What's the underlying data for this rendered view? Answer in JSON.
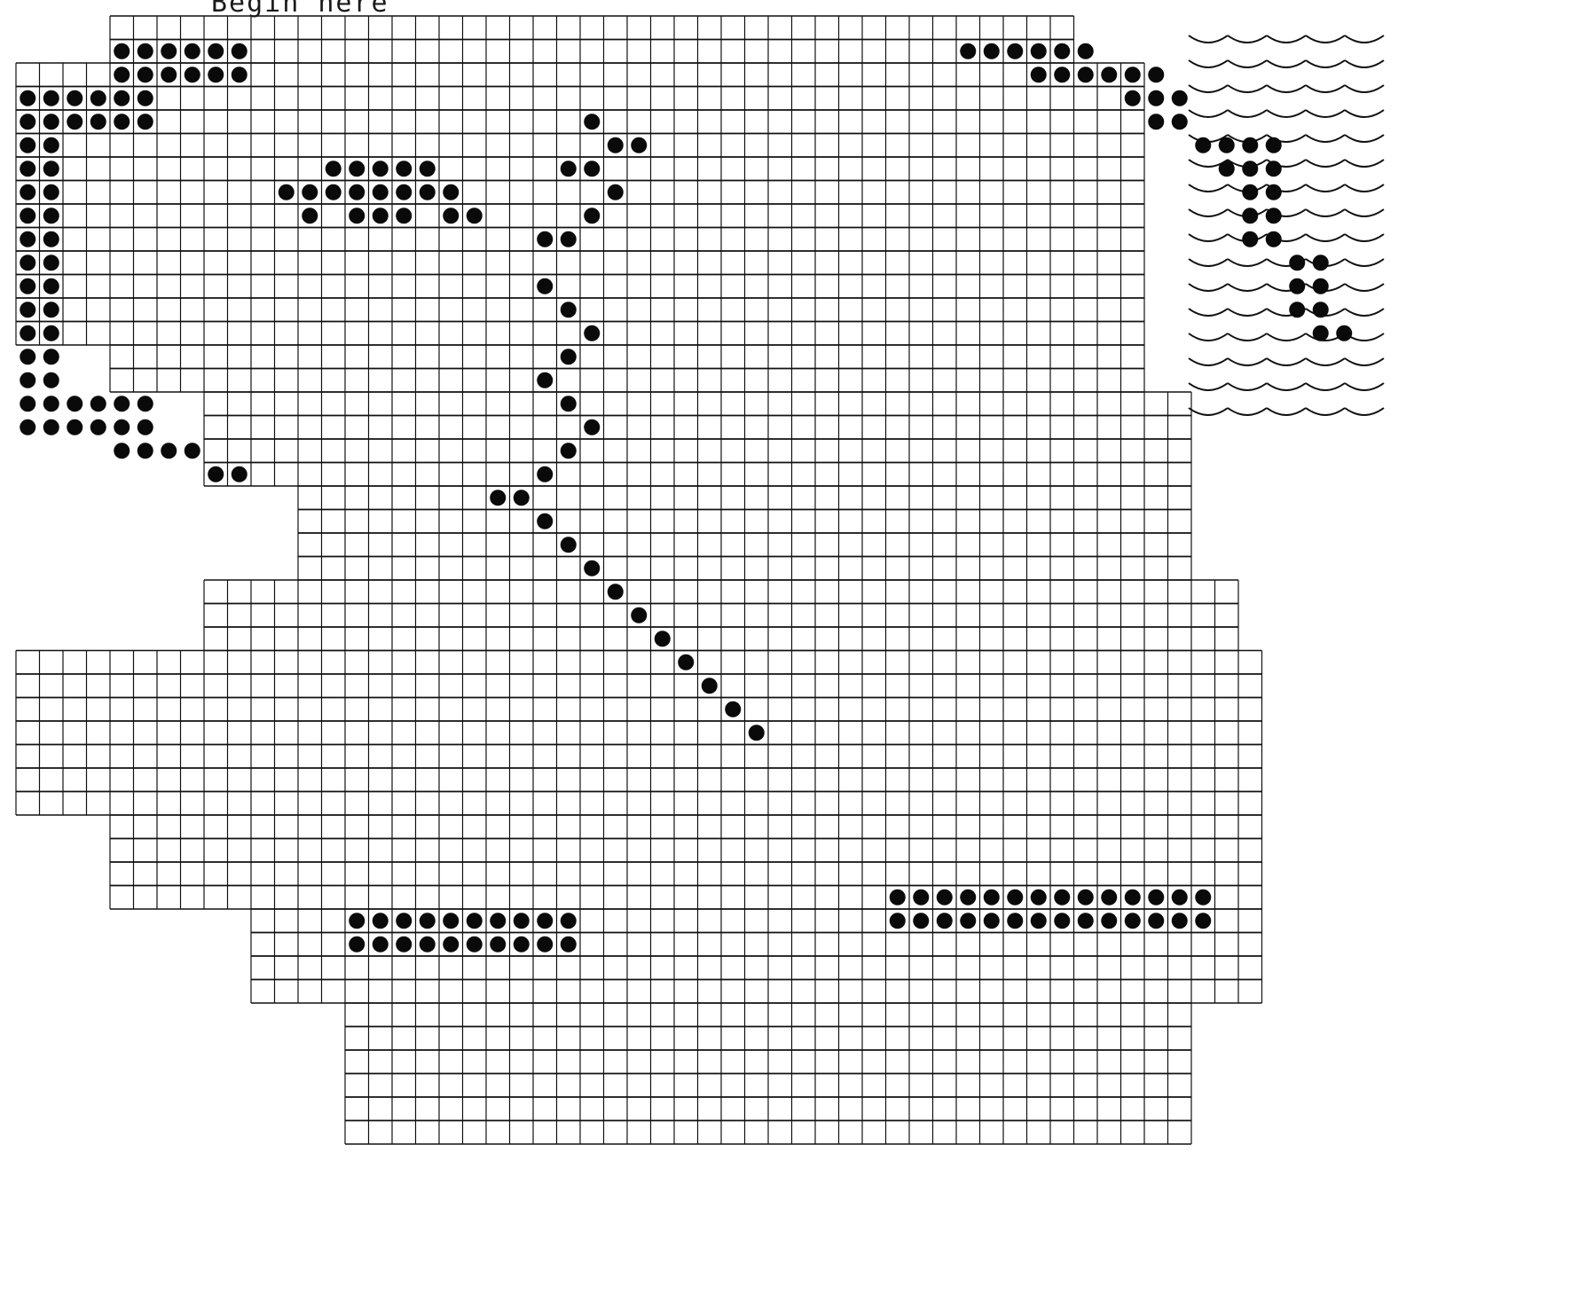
{
  "pattern": {
    "caption": "Begin here",
    "colors": {
      "ink": "#111111",
      "paper": "#ffffff",
      "dot": "#0a0a0a"
    },
    "sections": [
      {
        "name": "left-upper-block",
        "cells": [
          [
            0,
            3
          ],
          [
            0,
            4
          ],
          [
            0,
            5
          ],
          [
            0,
            6
          ],
          [
            0,
            7
          ],
          [
            0,
            8
          ],
          [
            0,
            9
          ],
          [
            0,
            10
          ],
          [
            0,
            11
          ],
          [
            0,
            12
          ],
          [
            0,
            13
          ],
          [
            0,
            14
          ],
          [
            0,
            15
          ],
          [
            0,
            16
          ],
          [
            0,
            17
          ],
          [
            1,
            3
          ],
          [
            1,
            4
          ],
          [
            1,
            5
          ],
          [
            1,
            6
          ],
          [
            1,
            7
          ],
          [
            1,
            8
          ],
          [
            1,
            9
          ],
          [
            1,
            10
          ],
          [
            1,
            11
          ],
          [
            1,
            12
          ],
          [
            1,
            13
          ],
          [
            1,
            14
          ],
          [
            1,
            15
          ],
          [
            1,
            16
          ],
          [
            1,
            17
          ],
          [
            2,
            3
          ],
          [
            2,
            4
          ],
          [
            2,
            16
          ],
          [
            2,
            17
          ],
          [
            3,
            3
          ],
          [
            3,
            4
          ],
          [
            3,
            16
          ],
          [
            3,
            17
          ],
          [
            4,
            1
          ],
          [
            4,
            2
          ],
          [
            4,
            3
          ],
          [
            4,
            4
          ],
          [
            4,
            16
          ],
          [
            4,
            17
          ],
          [
            4,
            18
          ],
          [
            5,
            1
          ],
          [
            5,
            2
          ],
          [
            5,
            3
          ],
          [
            5,
            4
          ],
          [
            5,
            16
          ],
          [
            5,
            17
          ],
          [
            5,
            18
          ],
          [
            6,
            1
          ],
          [
            6,
            2
          ],
          [
            6,
            18
          ],
          [
            7,
            1
          ],
          [
            7,
            2
          ],
          [
            7,
            18
          ],
          [
            8,
            1
          ],
          [
            8,
            2
          ],
          [
            8,
            19
          ],
          [
            9,
            1
          ],
          [
            9,
            2
          ],
          [
            9,
            19
          ]
        ]
      },
      {
        "name": "center-diagonal",
        "cells": [
          [
            13,
            6
          ],
          [
            14,
            6
          ],
          [
            15,
            6
          ],
          [
            16,
            6
          ],
          [
            17,
            6
          ],
          [
            11,
            7
          ],
          [
            12,
            7
          ],
          [
            13,
            7
          ],
          [
            14,
            7
          ],
          [
            15,
            7
          ],
          [
            16,
            7
          ],
          [
            17,
            7
          ],
          [
            18,
            7
          ],
          [
            12,
            8
          ],
          [
            14,
            8
          ],
          [
            15,
            8
          ],
          [
            16,
            8
          ],
          [
            18,
            8
          ],
          [
            19,
            8
          ],
          [
            22,
            9
          ],
          [
            24,
            4
          ],
          [
            25,
            5
          ],
          [
            26,
            5
          ],
          [
            23,
            6
          ],
          [
            24,
            6
          ],
          [
            25,
            7
          ],
          [
            24,
            8
          ],
          [
            23,
            9
          ],
          [
            22,
            11
          ],
          [
            23,
            12
          ],
          [
            24,
            13
          ],
          [
            23,
            14
          ],
          [
            22,
            15
          ],
          [
            23,
            16
          ],
          [
            24,
            17
          ],
          [
            23,
            18
          ],
          [
            22,
            19
          ],
          [
            20,
            20
          ],
          [
            21,
            20
          ],
          [
            22,
            21
          ],
          [
            23,
            22
          ],
          [
            24,
            23
          ],
          [
            25,
            24
          ],
          [
            26,
            25
          ],
          [
            27,
            26
          ],
          [
            28,
            27
          ],
          [
            29,
            28
          ],
          [
            30,
            29
          ],
          [
            31,
            30
          ]
        ]
      },
      {
        "name": "right-diamond",
        "cells": [
          [
            40,
            1
          ],
          [
            41,
            1
          ],
          [
            42,
            1
          ],
          [
            43,
            1
          ],
          [
            44,
            1
          ],
          [
            45,
            1
          ],
          [
            43,
            2
          ],
          [
            44,
            2
          ],
          [
            45,
            2
          ],
          [
            46,
            2
          ],
          [
            47,
            2
          ],
          [
            48,
            2
          ],
          [
            47,
            3
          ],
          [
            48,
            3
          ],
          [
            49,
            3
          ],
          [
            48,
            4
          ],
          [
            49,
            4
          ],
          [
            50,
            5
          ],
          [
            51,
            5
          ],
          [
            52,
            5
          ],
          [
            53,
            5
          ],
          [
            51,
            6
          ],
          [
            52,
            6
          ],
          [
            53,
            6
          ],
          [
            52,
            7
          ],
          [
            53,
            7
          ],
          [
            52,
            8
          ],
          [
            53,
            8
          ],
          [
            52,
            9
          ],
          [
            53,
            9
          ],
          [
            54,
            10
          ],
          [
            55,
            10
          ],
          [
            54,
            11
          ],
          [
            55,
            11
          ],
          [
            54,
            12
          ],
          [
            55,
            12
          ],
          [
            55,
            13
          ],
          [
            56,
            13
          ]
        ]
      },
      {
        "name": "lower-scallops",
        "cells": [
          [
            14,
            38
          ],
          [
            15,
            38
          ],
          [
            16,
            38
          ],
          [
            17,
            38
          ],
          [
            18,
            38
          ],
          [
            19,
            38
          ],
          [
            20,
            38
          ],
          [
            21,
            38
          ],
          [
            22,
            38
          ],
          [
            23,
            38
          ],
          [
            14,
            39
          ],
          [
            15,
            39
          ],
          [
            16,
            39
          ],
          [
            17,
            39
          ],
          [
            18,
            39
          ],
          [
            19,
            39
          ],
          [
            20,
            39
          ],
          [
            21,
            39
          ],
          [
            22,
            39
          ],
          [
            23,
            39
          ],
          [
            37,
            37
          ],
          [
            38,
            37
          ],
          [
            39,
            37
          ],
          [
            40,
            37
          ],
          [
            41,
            37
          ],
          [
            42,
            37
          ],
          [
            43,
            37
          ],
          [
            44,
            37
          ],
          [
            45,
            37
          ],
          [
            46,
            37
          ],
          [
            47,
            37
          ],
          [
            48,
            37
          ],
          [
            49,
            37
          ],
          [
            50,
            37
          ],
          [
            37,
            38
          ],
          [
            38,
            38
          ],
          [
            39,
            38
          ],
          [
            40,
            38
          ],
          [
            41,
            38
          ],
          [
            42,
            38
          ],
          [
            43,
            38
          ],
          [
            44,
            38
          ],
          [
            45,
            38
          ],
          [
            46,
            38
          ],
          [
            47,
            38
          ],
          [
            48,
            38
          ],
          [
            49,
            38
          ],
          [
            50,
            38
          ]
        ]
      }
    ]
  }
}
